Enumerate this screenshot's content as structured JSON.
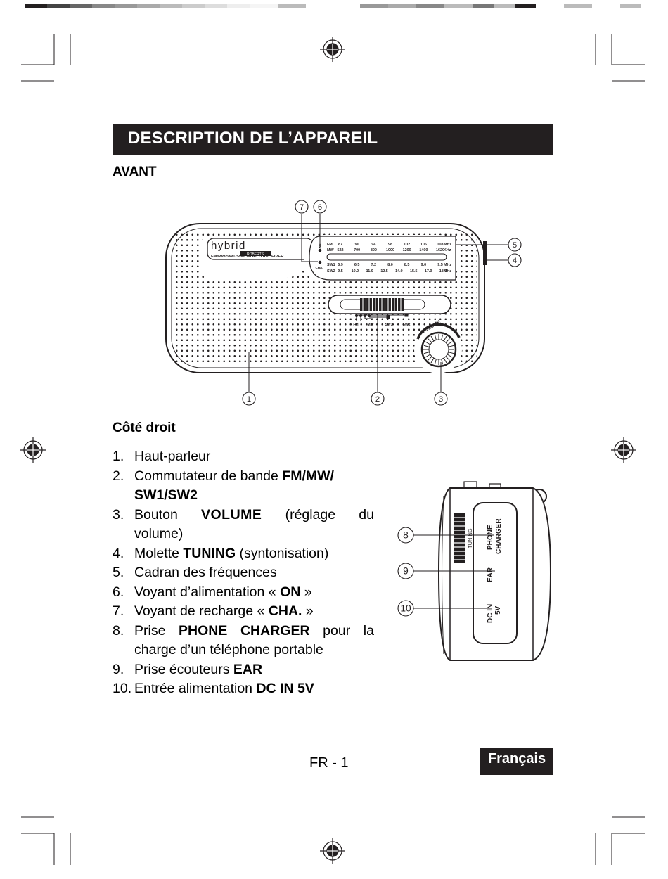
{
  "header": {
    "title": "DESCRIPTION DE L’APPAREIL"
  },
  "front_view": {
    "label": "AVANT",
    "brand": "hybrid",
    "brand_sub": "ROBERTS",
    "model_line": "FM/MW/SW1/SW2 WORLD RECEIVER",
    "indicator_on": "ON",
    "indicator_cha": "CHA.",
    "dial_rows": [
      {
        "band": "FM",
        "values": [
          "87",
          "90",
          "94",
          "98",
          "102",
          "106",
          "108"
        ],
        "unit": "MHz"
      },
      {
        "band": "MW",
        "values": [
          "522",
          "700",
          "800",
          "1000",
          "1200",
          "1400",
          "1620"
        ],
        "unit": "KHz"
      },
      {
        "band": "SW1",
        "values": [
          "5.9",
          "6.5",
          "7.2",
          "8.0",
          "8.5",
          "9.0",
          "9.5"
        ],
        "unit": "MHz"
      },
      {
        "band": "SW2",
        "values": [
          "9.5",
          "10.0",
          "11.0",
          "12.5",
          "14.0",
          "15.5",
          "17.0",
          "18.0"
        ],
        "unit": "MHz"
      }
    ],
    "band_labels": [
      "FM",
      "MW",
      "SW1",
      "SW2"
    ],
    "volume_label": "VOLUME",
    "callouts": [
      "7",
      "6",
      "5",
      "4",
      "1",
      "2",
      "3"
    ]
  },
  "side_view": {
    "label": "Côté droit",
    "tuning_label": "TUNING",
    "phone_line1": "PHONE",
    "phone_line2": "CHARGER",
    "ear_label": "EAR",
    "dc_line1": "DC IN",
    "dc_line2": "5V",
    "callouts": [
      "8",
      "9",
      "10"
    ]
  },
  "list": {
    "items": [
      {
        "num": "1.",
        "text": "Haut-parleur"
      },
      {
        "num": "2.",
        "text_a": "Commutateur de bande ",
        "bold_a": "FM/MW/",
        "bold_b": "SW1/SW2"
      },
      {
        "num": "3.",
        "text_a": "Bouton ",
        "bold_a": "VOLUME",
        "text_b": " (réglage du",
        "text_c": "volume)"
      },
      {
        "num": "4.",
        "text_a": "Molette ",
        "bold_a": "TUNING",
        "text_b": " (syntonisation)"
      },
      {
        "num": "5.",
        "text": "Cadran des fréquences"
      },
      {
        "num": "6.",
        "text_a": "Voyant d’alimentation « ",
        "bold_a": "ON",
        "text_b": " »"
      },
      {
        "num": "7.",
        "text_a": "Voyant de recharge « ",
        "bold_a": "CHA.",
        "text_b": " »"
      },
      {
        "num": "8.",
        "text_a": "Prise ",
        "bold_a": "PHONE CHARGER",
        "text_b": " pour la",
        "text_c": "charge d’un téléphone portable"
      },
      {
        "num": "9.",
        "text_a": "Prise écouteurs ",
        "bold_a": "EAR"
      },
      {
        "num": "10.",
        "text_a": "Entrée alimentation ",
        "bold_a": "DC IN 5V"
      }
    ]
  },
  "footer": {
    "page": "FR - 1",
    "language": "Français"
  }
}
